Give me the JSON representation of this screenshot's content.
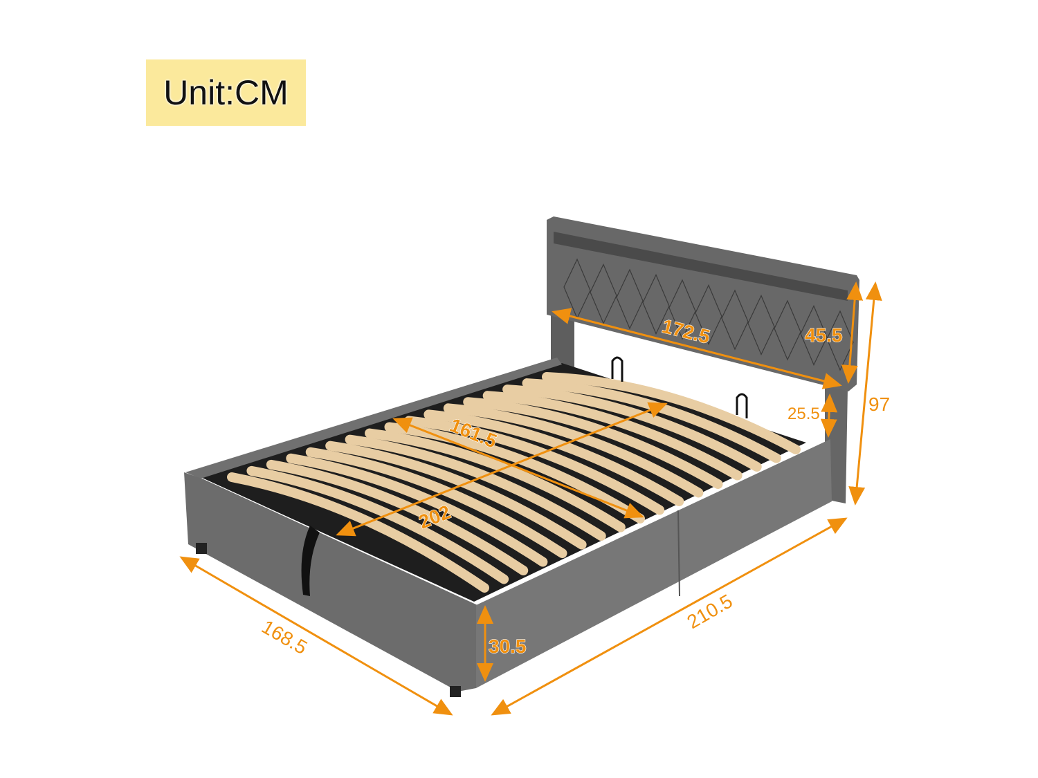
{
  "unit_label": "Unit:CM",
  "colors": {
    "dimension": "#f0900f",
    "fabric": "#666666",
    "slat": "#e8cda3",
    "badge": "#fbe99c"
  },
  "dimensions": {
    "headboard_width": "172.5",
    "headboard_height": "45.5",
    "total_height": "97",
    "leg_clearance": "25.5",
    "inner_width": "161.5",
    "inner_length": "202",
    "total_length": "210.5",
    "total_width": "168.5",
    "frame_height": "30.5"
  }
}
